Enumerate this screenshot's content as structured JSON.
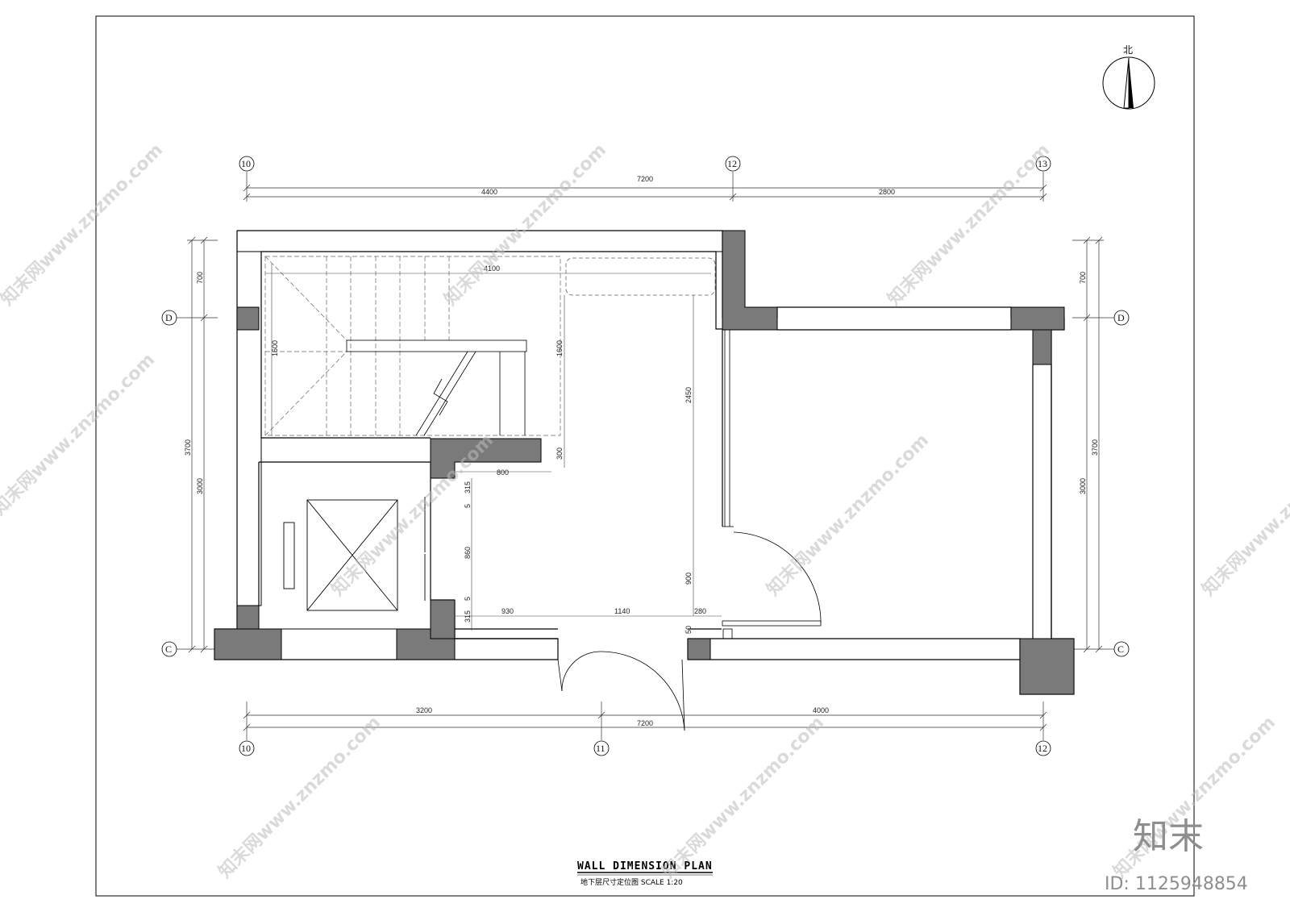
{
  "drawing": {
    "title": "WALL DIMENSION PLAN",
    "subtitle": "地下层尺寸定位图  SCALE 1:20",
    "north_label": "北"
  },
  "axes": {
    "top": [
      "10",
      "12",
      "13"
    ],
    "bottom": [
      "10",
      "11",
      "12"
    ],
    "left": [
      "D",
      "C"
    ],
    "right": [
      "D",
      "C"
    ]
  },
  "dimensions": {
    "top_total": "7200",
    "top_a": "4400",
    "top_b": "2800",
    "bottom_total": "7200",
    "bottom_a": "3200",
    "bottom_b": "4000",
    "left_total": "3700",
    "left_a": "700",
    "left_b": "3000",
    "right_total": "3700",
    "right_a": "700",
    "right_b": "3000",
    "inner_4100": "4100",
    "inner_1600_left": "1600",
    "inner_1600_right": "1600",
    "inner_2450": "2450",
    "inner_300": "300",
    "inner_800": "800",
    "inner_315_top": "315",
    "inner_5_a": "5",
    "inner_860": "860",
    "inner_5_b": "5",
    "inner_315_bottom": "315",
    "inner_930": "930",
    "inner_1140": "1140",
    "inner_280": "280",
    "inner_900": "900",
    "inner_50": "50"
  },
  "watermark": {
    "text": "知末网www.znzmo.com",
    "brand": "知末",
    "id_text": "ID: 1125948854"
  }
}
